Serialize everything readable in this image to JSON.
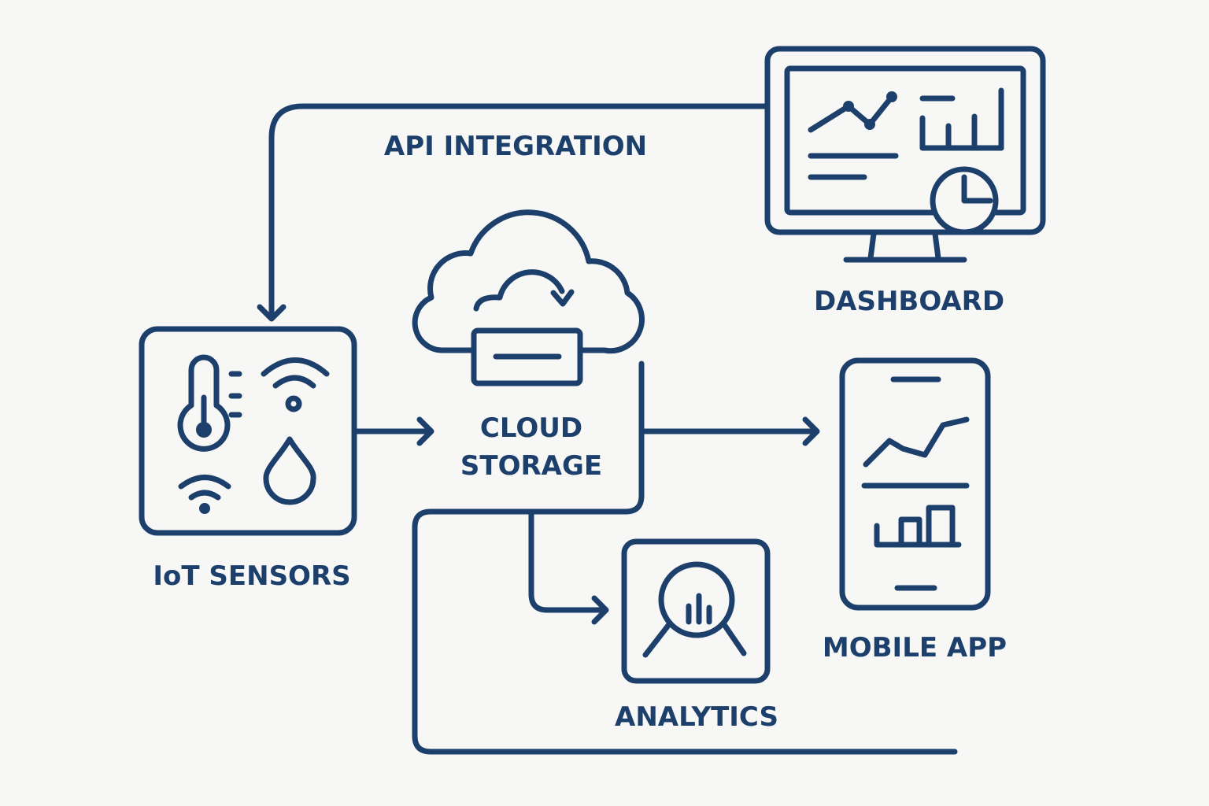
{
  "diagram": {
    "stroke_color": "#1c406b",
    "background": "#f7f7f5",
    "nodes": {
      "iot": {
        "label": "IoT SENSORS",
        "icon": "sensor-panel-icon"
      },
      "cloud": {
        "label_line1": "CLOUD",
        "label_line2": "STORAGE",
        "icon": "cloud-sync-icon"
      },
      "dashboard": {
        "label": "DASHBOARD",
        "icon": "monitor-dashboard-icon"
      },
      "mobile": {
        "label": "MOBILE APP",
        "icon": "smartphone-chart-icon"
      },
      "analytics": {
        "label": "ANALYTICS",
        "icon": "magnifier-chart-icon"
      }
    },
    "edges": {
      "api": {
        "label": "API INTEGRATION",
        "from": "DASHBOARD",
        "to": "IoT SENSORS"
      },
      "iot_to_cloud": {
        "from": "IoT SENSORS",
        "to": "CLOUD STORAGE"
      },
      "cloud_to_mobile": {
        "from": "CLOUD STORAGE",
        "to": "MOBILE APP"
      },
      "cloud_to_analytics": {
        "from": "CLOUD STORAGE",
        "to": "ANALYTICS"
      }
    }
  }
}
